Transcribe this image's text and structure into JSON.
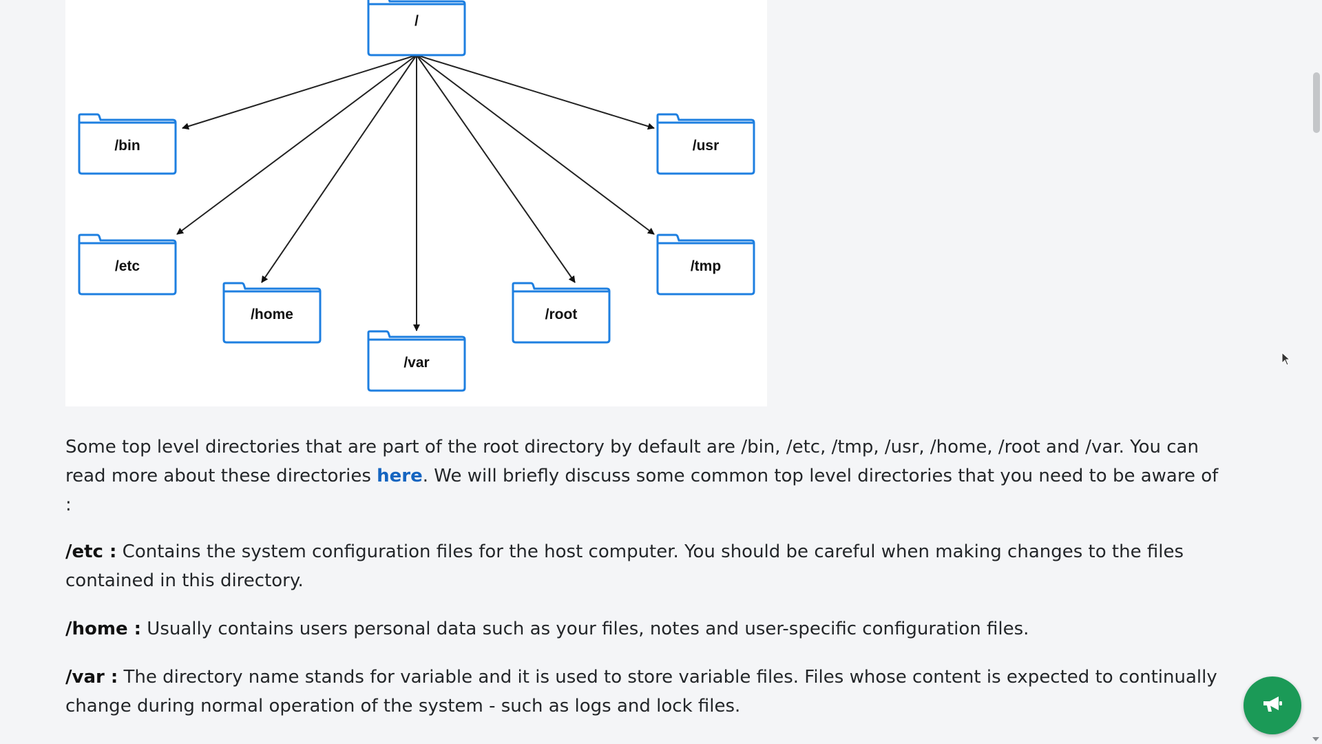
{
  "diagram": {
    "root": "/",
    "folders": {
      "bin": "/bin",
      "usr": "/usr",
      "etc": "/etc",
      "tmp": "/tmp",
      "home": "/home",
      "root": "/root",
      "var": "/var"
    }
  },
  "content": {
    "intro_part1": "Some top level directories that are part of the root directory by default are /bin, /etc, /tmp, /usr, /home, /root and /var. You can read more about these directories ",
    "intro_link": "here",
    "intro_part2": ". We will briefly discuss some common top level directories that you need to be aware of :",
    "entries": [
      {
        "term": "/etc :",
        "text": " Contains the system configuration files for the host computer. You should be careful when making changes to the files contained in this directory."
      },
      {
        "term": "/home :",
        "text": " Usually contains users personal data such as your files, notes and user-specific configuration files."
      },
      {
        "term": "/var :",
        "text": " The directory name stands for variable and it is used to store variable files. Files whose content is expected to continually change during normal operation of the system - such as logs and lock files."
      }
    ]
  },
  "icons": {
    "fab": "megaphone-icon",
    "cursor": "mouse-cursor-icon"
  },
  "colors": {
    "folder_stroke": "#1e7fe0",
    "link": "#1565c0",
    "fab_bg": "#1b9a57",
    "page_bg": "#f4f5f7"
  }
}
